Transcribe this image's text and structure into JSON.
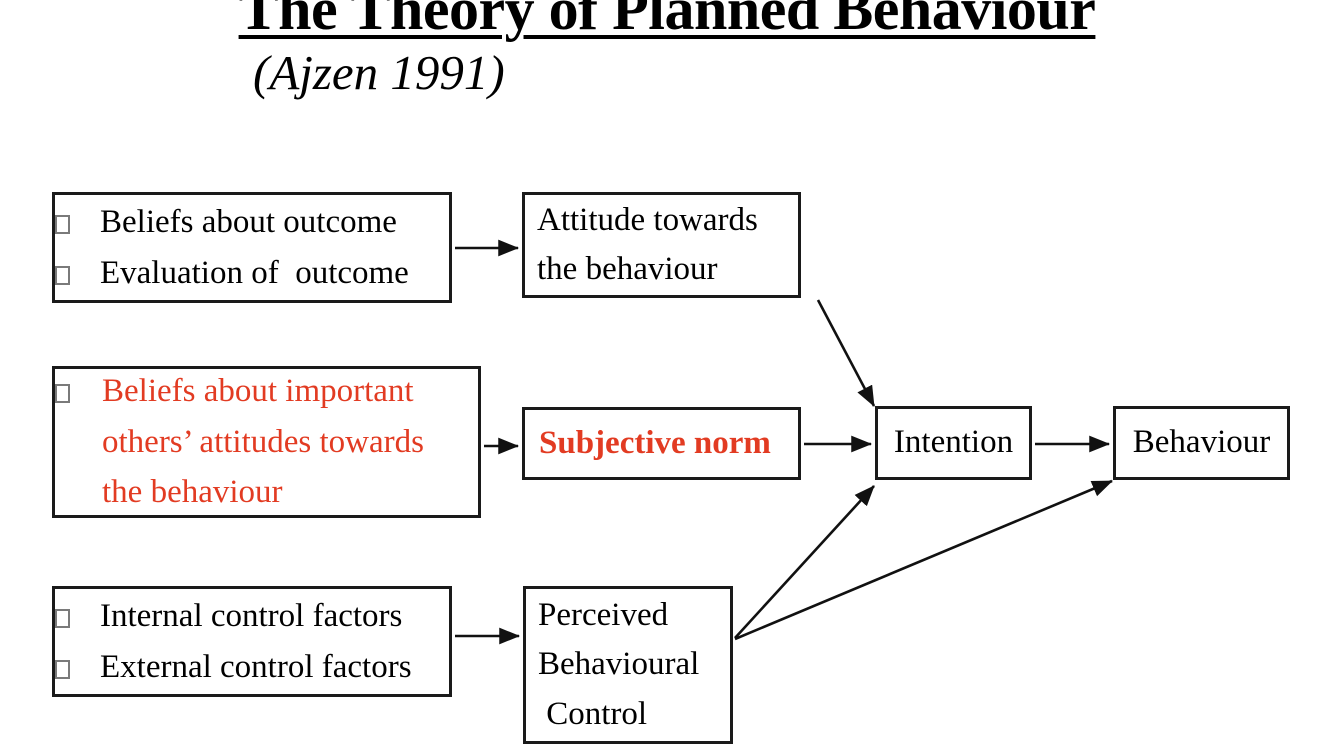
{
  "slide": {
    "title": "The Theory of Planned Behaviour",
    "subtitle": "(Ajzen 1991)",
    "background_color": "#FFFFFF",
    "text_color": "#000000",
    "accent_color": "#E23B22",
    "border_color": "#1A1A1A"
  },
  "nodes": {
    "outcome_beliefs": {
      "id": "outcome-beliefs-box",
      "color": "#000000",
      "bullet_icon": "tofu-square-bullet",
      "items": [
        "Beliefs about outcome",
        "Evaluation of  outcome"
      ]
    },
    "attitude": {
      "id": "attitude-box",
      "color": "#000000",
      "lines": [
        "Attitude towards",
        "the behaviour"
      ]
    },
    "normative_beliefs": {
      "id": "normative-beliefs-box",
      "color": "#E23B22",
      "bullet_icon": "tofu-square-bullet",
      "items": [
        "Beliefs about important",
        "others’ attitudes towards",
        "the behaviour"
      ]
    },
    "subjective_norm": {
      "id": "subjective-norm-box",
      "color": "#E23B22",
      "bold": true,
      "lines": [
        "Subjective norm"
      ]
    },
    "control_factors": {
      "id": "control-factors-box",
      "color": "#000000",
      "bullet_icon": "tofu-square-bullet",
      "items": [
        "Internal control factors",
        "External control factors"
      ]
    },
    "perceived_behavioural_control": {
      "id": "perceived-behavioural-control-box",
      "color": "#000000",
      "lines": [
        "Perceived",
        "Behavioural",
        " Control"
      ]
    },
    "intention": {
      "id": "intention-box",
      "color": "#000000",
      "lines": [
        "Intention"
      ]
    },
    "behaviour": {
      "id": "behaviour-box",
      "color": "#000000",
      "lines": [
        "Behaviour"
      ]
    }
  },
  "arrows": [
    {
      "name": "outcome-beliefs-to-attitude",
      "from": "outcome_beliefs",
      "to": "attitude"
    },
    {
      "name": "attitude-to-intention",
      "from": "attitude",
      "to": "intention"
    },
    {
      "name": "normative-beliefs-to-subjective-norm",
      "from": "normative_beliefs",
      "to": "subjective_norm"
    },
    {
      "name": "subjective-norm-to-intention",
      "from": "subjective_norm",
      "to": "intention"
    },
    {
      "name": "control-factors-to-pbc",
      "from": "control_factors",
      "to": "perceived_behavioural_control"
    },
    {
      "name": "pbc-to-intention",
      "from": "perceived_behavioural_control",
      "to": "intention"
    },
    {
      "name": "pbc-to-behaviour",
      "from": "perceived_behavioural_control",
      "to": "behaviour"
    },
    {
      "name": "intention-to-behaviour",
      "from": "intention",
      "to": "behaviour"
    }
  ]
}
